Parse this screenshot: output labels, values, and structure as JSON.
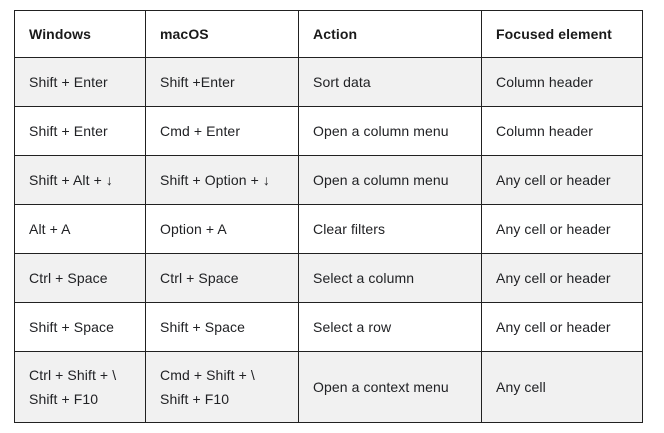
{
  "page": {
    "background": "#ffffff"
  },
  "colors": {
    "border": "#212121",
    "row_alt_bg": "#f1f1f1",
    "row_bg": "#ffffff",
    "text": "#202124"
  },
  "table": {
    "columns": [
      {
        "label": "Windows"
      },
      {
        "label": "macOS"
      },
      {
        "label": "Action"
      },
      {
        "label": "Focused element"
      }
    ],
    "rows": [
      {
        "windows": "Shift + Enter",
        "macos": "Shift +Enter",
        "action": "Sort data",
        "focused": "Column header"
      },
      {
        "windows": "Shift + Enter",
        "macos": "Cmd + Enter",
        "action": "Open a column menu",
        "focused": "Column header"
      },
      {
        "windows": "Shift + Alt + ↓",
        "macos": "Shift + Option + ↓",
        "action": "Open a column menu",
        "focused": "Any cell or header"
      },
      {
        "windows": "Alt + A",
        "macos": "Option + A",
        "action": "Clear filters",
        "focused": "Any cell or header"
      },
      {
        "windows": "Ctrl + Space",
        "macos": "Ctrl + Space",
        "action": "Select a column",
        "focused": "Any cell or header"
      },
      {
        "windows": "Shift + Space",
        "macos": "Shift + Space",
        "action": "Select a row",
        "focused": "Any cell or header"
      },
      {
        "windows": "Ctrl + Shift + \\\nShift + F10",
        "macos": "Cmd + Shift + \\\nShift + F10",
        "action": "Open a context menu",
        "focused": "Any cell"
      }
    ]
  }
}
